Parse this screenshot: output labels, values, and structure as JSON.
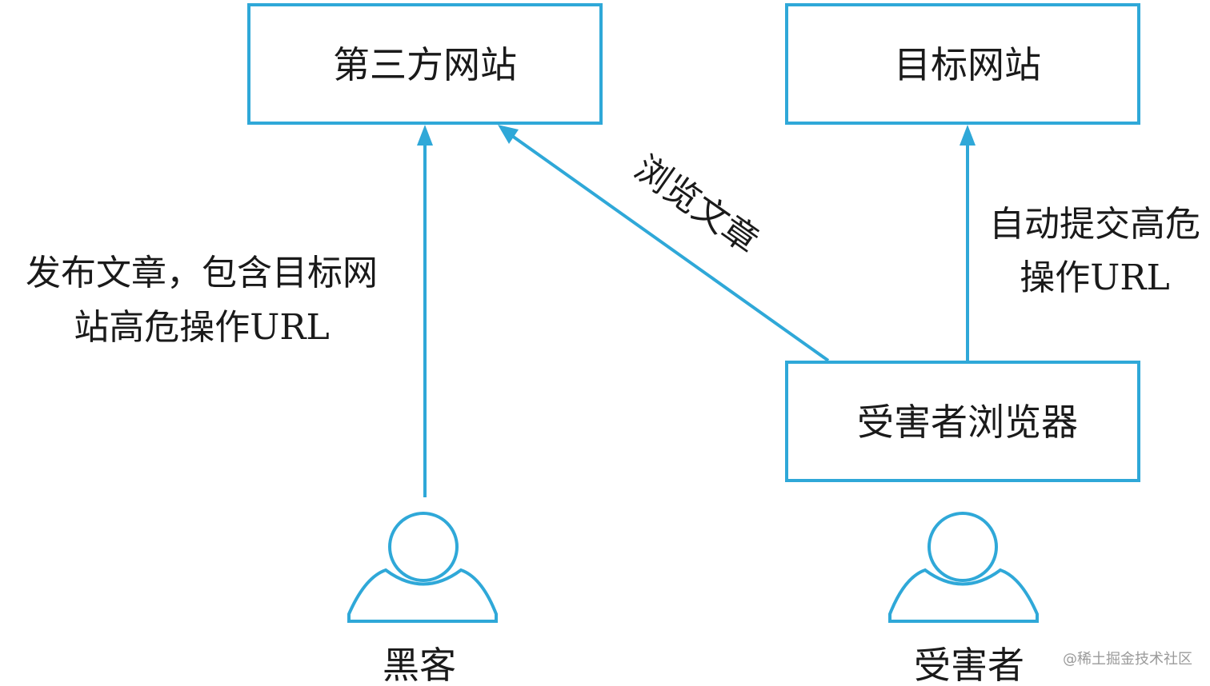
{
  "nodes": {
    "third_party_site": "第三方网站",
    "target_site": "目标网站",
    "victim_browser": "受害者浏览器"
  },
  "actors": {
    "hacker": "黑客",
    "victim": "受害者"
  },
  "edges": {
    "hacker_to_third_party": {
      "line1": "发布文章，包含目标网",
      "line2": "站高危操作URL"
    },
    "browser_to_third_party": "浏览文章",
    "browser_to_target": {
      "line1": "自动提交高危",
      "line2": "操作URL"
    }
  },
  "watermark": "@稀土掘金技术社区",
  "colors": {
    "accent": "#2fa8d8",
    "text": "#1a1a1a"
  },
  "icons": [
    "person-icon"
  ]
}
